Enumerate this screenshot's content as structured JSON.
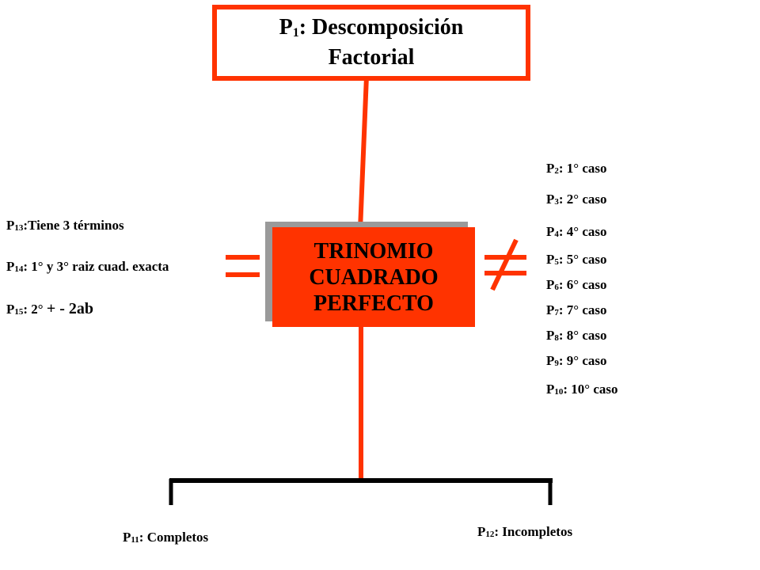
{
  "colors": {
    "accent": "#ff3300",
    "shadow": "#9a9a9a",
    "connector": "#000000"
  },
  "title": {
    "p": "P",
    "sub": "1",
    "text": ": Descomposición",
    "line2": "Factorial"
  },
  "center": {
    "line1": "TRINOMIO",
    "line2": "CUADRADO",
    "line3": "PERFECTO"
  },
  "symbols": {
    "equal": "=",
    "not_equal": "≠"
  },
  "left": [
    {
      "p": "P",
      "sub": "13",
      "text": ":Tiene 3 términos"
    },
    {
      "p": "P",
      "sub": "14",
      "text": ": 1° y 3° raiz cuad. exacta"
    },
    {
      "p": "P",
      "sub": "15",
      "text": ": 2° ",
      "extra": "+ - 2ab"
    }
  ],
  "right": [
    {
      "p": "P",
      "sub": "2",
      "text": ": 1° caso"
    },
    {
      "p": "P",
      "sub": "3",
      "text": ": 2° caso"
    },
    {
      "p": "P",
      "sub": "4",
      "text": ": 4° caso"
    },
    {
      "p": "P",
      "sub": "5",
      "text": ": 5° caso"
    },
    {
      "p": "P",
      "sub": "6",
      "text": ": 6° caso"
    },
    {
      "p": "P",
      "sub": "7",
      "text": ": 7° caso"
    },
    {
      "p": "P",
      "sub": "8",
      "text": ": 8° caso"
    },
    {
      "p": "P",
      "sub": "9",
      "text": ": 9° caso"
    },
    {
      "p": "P",
      "sub": "10",
      "text": ": 10° caso"
    }
  ],
  "bottom": {
    "left": {
      "p": "P",
      "sub": "11",
      "text": ": Completos"
    },
    "right": {
      "p": "P",
      "sub": "12",
      "text": ": Incompletos"
    }
  }
}
